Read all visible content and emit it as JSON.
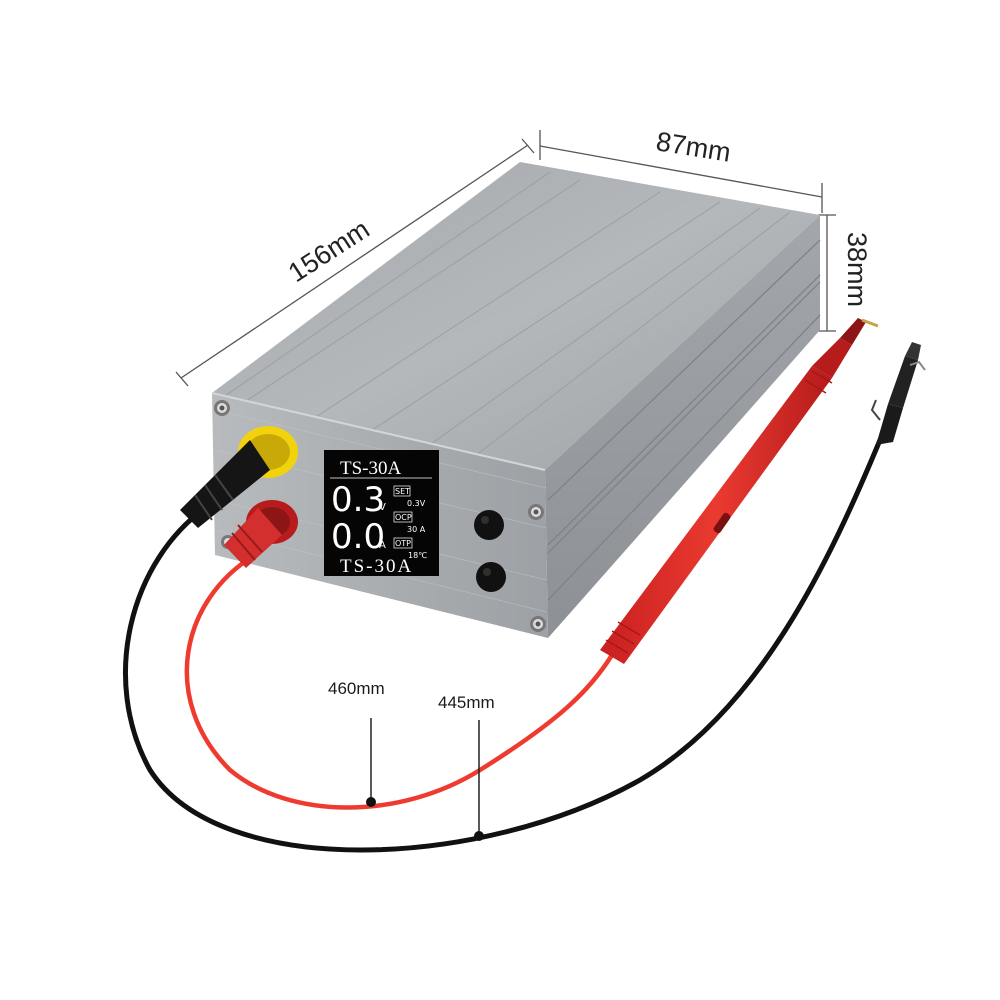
{
  "dimensions": {
    "length": "156mm",
    "width": "87mm",
    "height": "38mm"
  },
  "cables": {
    "red_length": "460mm",
    "black_length": "445mm"
  },
  "display": {
    "title": "TS-30A",
    "voltage": "0.3",
    "voltage_unit": "V",
    "current": "0.0",
    "current_unit": "A",
    "set_label": "SET",
    "set_value": "0.3V",
    "ocp_label": "OCP",
    "ocp_value": "30 A",
    "otp_label": "OTP",
    "temperature": "18℃"
  },
  "front_label": "TS-30A",
  "colors": {
    "housing": "#a9adb1",
    "housing_front": "#b3b6b9",
    "red_lead": "#e8352b",
    "red_connector": "#c62828",
    "yellow_ring": "#f2d20c",
    "black_lead": "#111111"
  }
}
